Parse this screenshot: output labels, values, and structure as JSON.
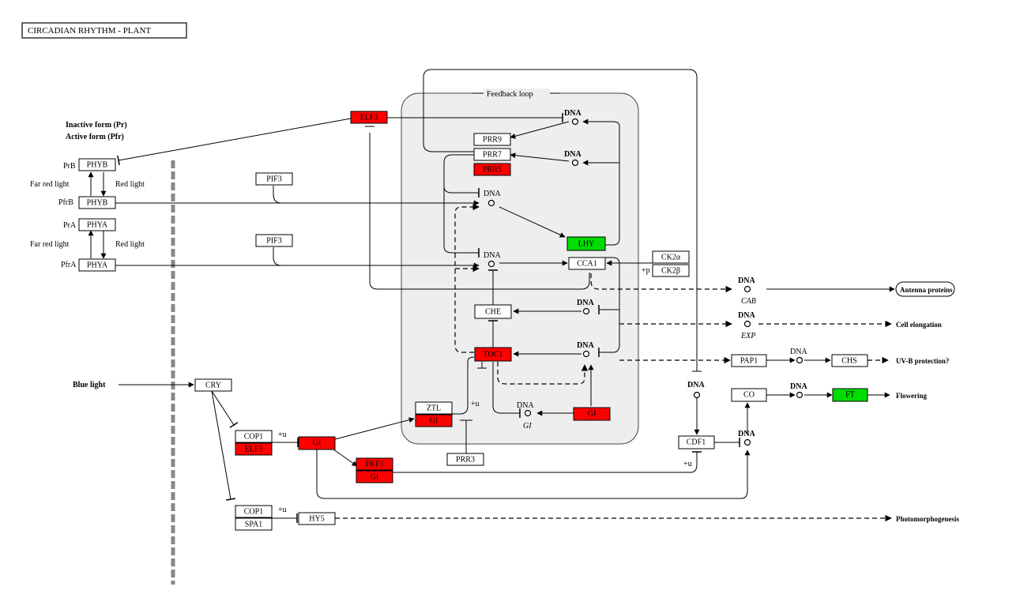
{
  "title": "CIRCADIAN RHYTHM - PLANT",
  "colors": {
    "up": "#ff0000",
    "down": "#00dd00",
    "none": "#ffffff",
    "feedback_bg": "#eeeeee"
  },
  "region": {
    "feedback_loop": "Feedback loop"
  },
  "phytochrome": {
    "inactive": "Inactive form (Pr)",
    "active": "Active form (Pfr)",
    "prb": "PrB",
    "pfrb": "PfrB",
    "pra": "PrA",
    "pfra": "PfrA",
    "far_red": "Far red light",
    "red": "Red light"
  },
  "inputs": {
    "blue_light": "Blue light"
  },
  "genes": {
    "elf3_top": "ELF3",
    "phyb1": "PHYB",
    "phyb2": "PHYB",
    "phya1": "PHYA",
    "phya2": "PHYA",
    "pif3a": "PIF3",
    "pif3b": "PIF3",
    "prr9": "PRR9",
    "prr7": "PRR7",
    "prr5": "PRR5",
    "lhy": "LHY",
    "cca1": "CCA1",
    "ck2a": "CK2α",
    "ck2b": "CK2β",
    "che": "CHE",
    "toc1": "TOC1",
    "ztl": "ZTL",
    "gi_ztl": "GI",
    "gi_right": "GI",
    "prr3": "PRR3",
    "cry": "CRY",
    "cop1a": "COP1",
    "elf3b": "ELF3",
    "gi_mid": "GI",
    "fkf1": "FKF1",
    "gi_fkf": "GI",
    "cop1b": "COP1",
    "spa1": "SPA1",
    "hy5": "HY5",
    "pap1": "PAP1",
    "chs": "CHS",
    "co": "CO",
    "ft": "FT",
    "cdf1": "CDF1"
  },
  "dna": {
    "d1": "DNA",
    "d2": "DNA",
    "d3": "DNA",
    "d4": "DNA",
    "d5": "DNA",
    "d6": "DNA",
    "d7": "DNA",
    "cab": "DNA",
    "exp": "DNA",
    "pap": "DNA",
    "co_dna": "DNA",
    "ft_dna": "DNA",
    "cdf_dna": "DNA"
  },
  "dna_labels": {
    "cab": "CAB",
    "exp": "EXP",
    "gi": "GI"
  },
  "mods": {
    "u1": "+u",
    "u2": "+u",
    "u3": "+u",
    "p": "+p"
  },
  "outputs": {
    "antenna": "Antenna proteins",
    "cell_elongation": "Cell elongation",
    "uvb": "UV-B protection?",
    "flowering": "Flowering",
    "photomorphogenesis": "Photomorphogenesis"
  }
}
